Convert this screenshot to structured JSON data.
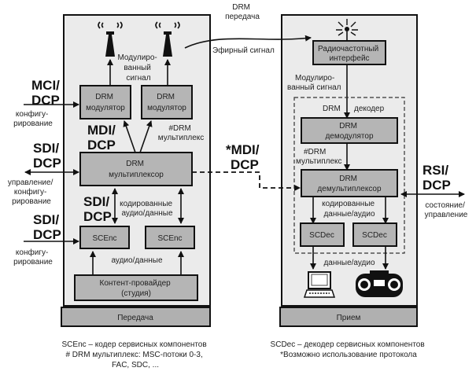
{
  "top": {
    "drm_line1": "DRM",
    "drm_line2": "передача",
    "air_signal": "Эфирный сигнал"
  },
  "transmitter": {
    "footer": "Передача",
    "modulated_signal": [
      "Модулиро-",
      "ванный",
      "сигнал"
    ],
    "modulator1": [
      "DRM",
      "модулятор"
    ],
    "modulator2": [
      "DRM",
      "модулятор"
    ],
    "mdi_dcp": [
      "MDI/",
      "DCP"
    ],
    "drm_multiplex_note": [
      "#DRM",
      "мультиплекс"
    ],
    "multiplexer": [
      "DRM",
      "мультиплексор"
    ],
    "sdi_dcp_inner": [
      "SDI/",
      "DCP"
    ],
    "coded_audio_data": [
      "кодированные",
      "аудио/данные"
    ],
    "scenc1": "SCEnc",
    "scenc2": "SCEnc",
    "audio_data": "аудио/данные",
    "content_provider": [
      "Контент-провайдер",
      "(студия)"
    ]
  },
  "left_labels": {
    "mci_dcp": [
      "MCI/",
      "DCP"
    ],
    "config1": [
      "конфигу-",
      "рирование"
    ],
    "sdi_dcp1": [
      "SDI/",
      "DCP"
    ],
    "control_config": [
      "управление/",
      "конфигу-",
      "рирование"
    ],
    "sdi_dcp2": [
      "SDI/",
      "DCP"
    ],
    "config2": [
      "конфигу-",
      "рирование"
    ]
  },
  "middle": {
    "mdi_dcp_star": [
      "*MDI/",
      "DCP"
    ]
  },
  "receiver": {
    "footer": "Прием",
    "rf_interface": [
      "Радиочастотный",
      "интерфейс"
    ],
    "modulated_signal": [
      "Модулиро-",
      "ванный сигнал"
    ],
    "decoder_label": [
      "DRM",
      "декодер"
    ],
    "demodulator": [
      "DRM",
      "демодулятор"
    ],
    "drm_multiplex_note": [
      "#DRM",
      "мультиплекс"
    ],
    "demultiplexer": [
      "DRM",
      "демультиплексор"
    ],
    "coded_data_audio": [
      "кодированные",
      "данные/аудио"
    ],
    "scdec1": "SCDec",
    "scdec2": "SCDec",
    "data_audio": "данные/аудио"
  },
  "right_labels": {
    "rsi_dcp": [
      "RSI/",
      "DCP"
    ],
    "status_control": [
      "состояние/",
      "управление"
    ]
  },
  "legend": {
    "left": [
      "SCEnc – кодер сервисных компонентов",
      "# DRM мультиплекс: MSC-потоки 0-3,",
      "FAC, SDC, ..."
    ],
    "right": [
      "SCDec – декодер сервисных компонентов",
      "*Возможно использование протокола"
    ]
  }
}
